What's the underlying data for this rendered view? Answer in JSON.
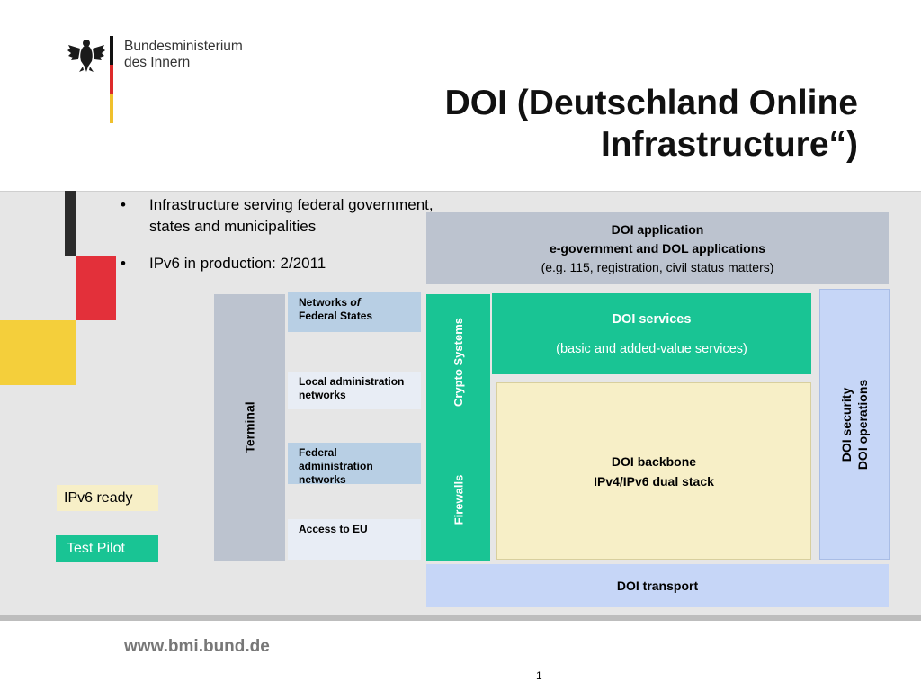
{
  "header": {
    "ministry_line1": "Bundesministerium",
    "ministry_line2": "des Innern",
    "title_line1": "DOI (Deutschland Online",
    "title_line2": "Infrastructure“)"
  },
  "bullets": [
    {
      "marker": "•",
      "line1": "Infrastructure serving federal government,",
      "line2": "states and municipalities"
    },
    {
      "marker": "•",
      "line1": "IPv6 in production: 2/2011",
      "line2": ""
    }
  ],
  "diagram": {
    "doi_application": {
      "line1": "DOI application",
      "line2": "e-government and DOL applications",
      "line3": "(e.g. 115, registration, civil status matters)"
    },
    "terminal": "Terminal",
    "networks": {
      "states_prefix": "Networks ",
      "states_italic": "of",
      "states_line2": "Federal States",
      "local_line1": "Local administration",
      "local_line2": "networks",
      "federal_line1": "Federal",
      "federal_line2": "administration",
      "federal_line3": "networks",
      "eu": "Access to EU"
    },
    "crypto_systems": "Crypto Systems",
    "firewalls": "Firewalls",
    "doi_services": {
      "title": "DOI services",
      "subtitle": "(basic and added-value services)"
    },
    "doi_backbone": {
      "line1": "DOI backbone",
      "line2": "IPv4/IPv6 dual stack"
    },
    "doi_security": {
      "line1": "DOI security",
      "line2": "DOI operations"
    },
    "doi_transport": "DOI transport"
  },
  "legend": {
    "ipv6_ready": "IPv6 ready",
    "test_pilot": "Test Pilot"
  },
  "footer": {
    "url": "www.bmi.bund.de",
    "page_number": "1"
  },
  "colors": {
    "green": "#19c494",
    "slate": "#bcc3cf",
    "light_blue": "#c6d6f7",
    "cream": "#f7efc7",
    "red": "#e3303a",
    "yellow": "#f4cf3b"
  }
}
